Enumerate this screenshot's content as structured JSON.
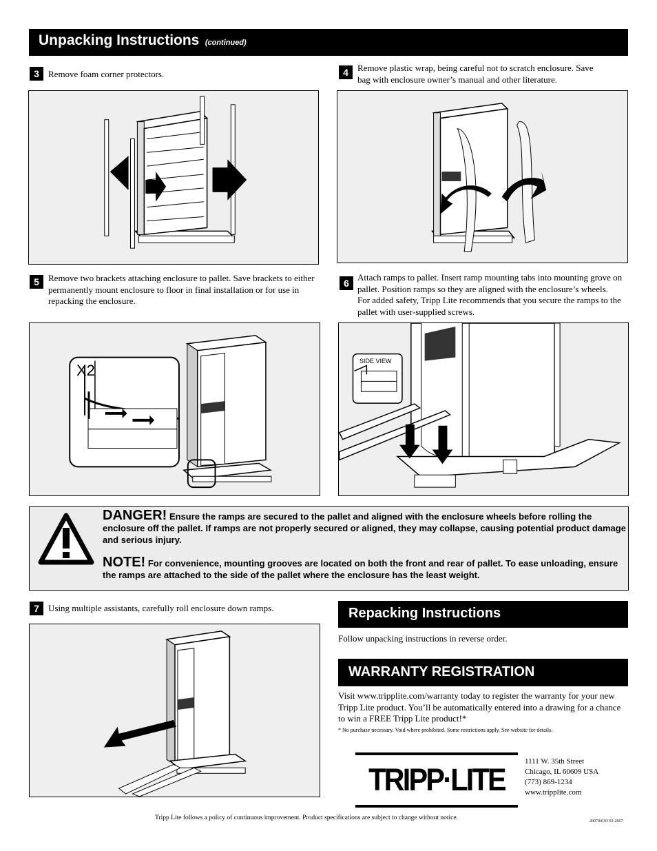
{
  "header": {
    "title": "Unpacking Instructions",
    "subtitle": "(continued)"
  },
  "steps": [
    {
      "num": "3",
      "text": "Remove foam corner protectors."
    },
    {
      "num": "4",
      "text": "Remove plastic wrap, being careful not to scratch enclosure. Save bag with enclosure owner’s manual and other literature."
    },
    {
      "num": "5",
      "text": "Remove two brackets attaching enclosure to pallet. Save brackets to either permanently mount enclosure to floor in final installation or for use in repacking the enclosure."
    },
    {
      "num": "6",
      "text": "Attach ramps to pallet. Insert ramp mounting tabs into mounting grove on pallet. Position ramps so they are aligned with the enclosure’s wheels. For added safety, Tripp Lite recommends that you secure the ramps to the pallet with user-supplied screws."
    },
    {
      "num": "7",
      "text": "Using multiple assistants, carefully roll enclosure down ramps."
    }
  ],
  "figure_labels": {
    "x2": "X2",
    "side_view": "SIDE VIEW"
  },
  "warning": {
    "danger_title": "DANGER!",
    "danger_text": "Ensure the ramps are secured to the pallet and aligned with the enclosure wheels before rolling the enclosure off the pallet. If ramps are not properly secured or aligned, they may collapse, causing potential product damage and serious injury.",
    "note_title": "NOTE!",
    "note_text": "For convenience, mounting grooves are located on both the front and rear of pallet. To ease unloading, ensure the ramps are attached to the side of the pallet where the enclosure has the least weight."
  },
  "repacking": {
    "title": "Repacking Instructions",
    "text": "Follow unpacking instructions in reverse order."
  },
  "warranty": {
    "title": "WARRANTY REGISTRATION",
    "text": "Visit www.tripplite.com/warranty today to register the warranty for your new Tripp Lite product. You’ll be automatically entered into a drawing for a chance to win a FREE Tripp Lite product!*",
    "footnote": "* No purchase necessary. Void where prohibited. Some restrictions apply. See website for details."
  },
  "logo": {
    "text": "TRIPP·LITE"
  },
  "address": {
    "line1": "1111 W. 35th Street",
    "line2": "Chicago, IL 60609 USA",
    "line3": "(773) 869-1234",
    "line4": "www.tripplite.com"
  },
  "footer": {
    "policy": "Tripp Lite follows a policy of continuous improvement. Product specifications are subject to change without notice.",
    "code": "200704103  93-2667"
  }
}
